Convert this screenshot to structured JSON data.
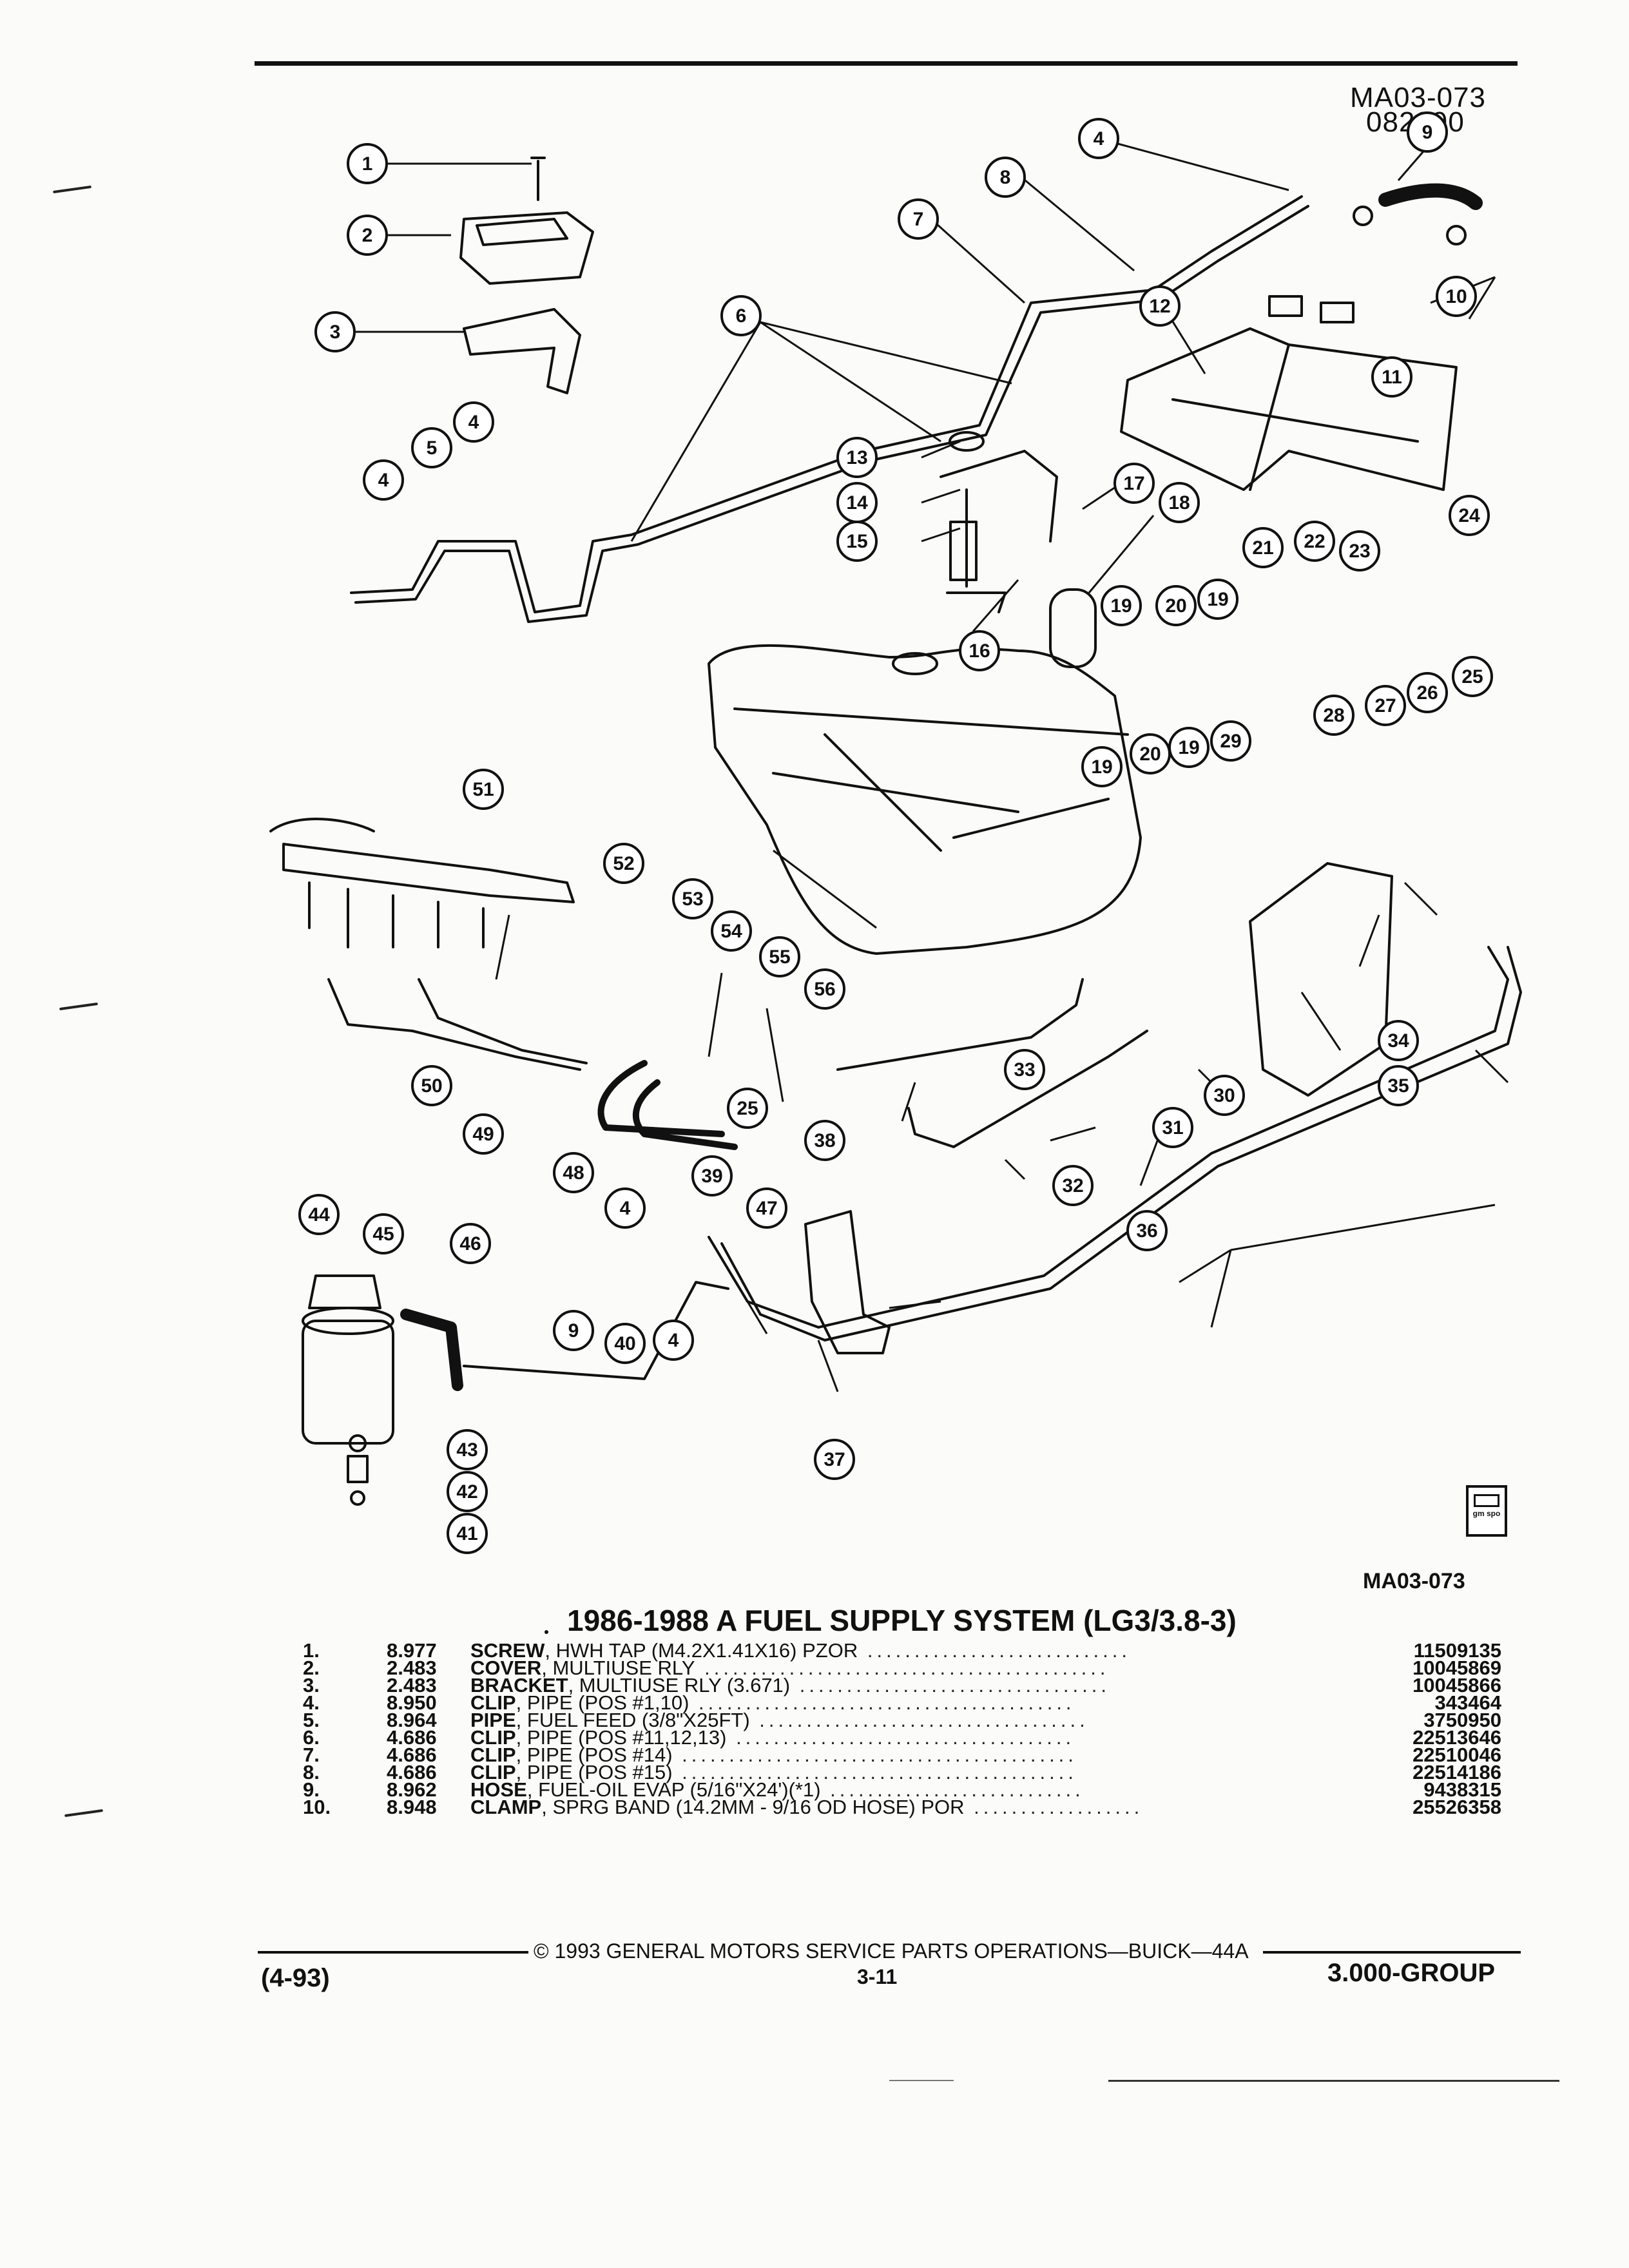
{
  "header": {
    "figure_code": "MA03-073",
    "date_code": "082090"
  },
  "diagram": {
    "callouts": [
      "1",
      "2",
      "3",
      "4",
      "5",
      "6",
      "7",
      "8",
      "9",
      "10",
      "11",
      "12",
      "13",
      "14",
      "15",
      "16",
      "17",
      "18",
      "19",
      "20",
      "21",
      "22",
      "23",
      "24",
      "25",
      "26",
      "27",
      "28",
      "29",
      "30",
      "31",
      "32",
      "33",
      "34",
      "35",
      "36",
      "37",
      "38",
      "39",
      "40",
      "41",
      "42",
      "43",
      "44",
      "45",
      "46",
      "47",
      "48",
      "49",
      "50",
      "51",
      "52",
      "53",
      "54",
      "55",
      "56"
    ],
    "figure_label": "MA03-073",
    "logo_text": "gm spo"
  },
  "title": "1986-1988 A FUEL SUPPLY SYSTEM (LG3/3.8-3)",
  "parts": [
    {
      "num": "1.",
      "code": "8.977",
      "name": "SCREW",
      "desc": ", HWH TAP (M4.2X1.41X16) PZOR",
      "pn": "11509135"
    },
    {
      "num": "2.",
      "code": "2.483",
      "name": "COVER",
      "desc": ", MULTIUSE RLY",
      "pn": "10045869"
    },
    {
      "num": "3.",
      "code": "2.483",
      "name": "BRACKET",
      "desc": ", MULTIUSE RLY (3.671)",
      "pn": "10045866"
    },
    {
      "num": "4.",
      "code": "8.950",
      "name": "CLIP",
      "desc": ", PIPE (POS #1,10)",
      "pn": "343464"
    },
    {
      "num": "5.",
      "code": "8.964",
      "name": "PIPE",
      "desc": ", FUEL FEED (3/8\"X25FT)",
      "pn": "3750950"
    },
    {
      "num": "6.",
      "code": "4.686",
      "name": "CLIP",
      "desc": ", PIPE (POS #11,12,13)",
      "pn": "22513646"
    },
    {
      "num": "7.",
      "code": "4.686",
      "name": "CLIP",
      "desc": ", PIPE (POS #14)",
      "pn": "22510046"
    },
    {
      "num": "8.",
      "code": "4.686",
      "name": "CLIP",
      "desc": ", PIPE (POS #15)",
      "pn": "22514186"
    },
    {
      "num": "9.",
      "code": "8.962",
      "name": "HOSE",
      "desc": ", FUEL-OIL EVAP (5/16\"X24')(*1)",
      "pn": "9438315"
    },
    {
      "num": "10.",
      "code": "8.948",
      "name": "CLAMP",
      "desc": ", SPRG BAND (14.2MM - 9/16 OD HOSE) POR",
      "pn": "25526358"
    }
  ],
  "footer": {
    "date": "(4-93)",
    "copyright": "© 1993 GENERAL MOTORS SERVICE PARTS OPERATIONS—BUICK—44A",
    "page": "3-11",
    "group": "3.000-GROUP"
  }
}
